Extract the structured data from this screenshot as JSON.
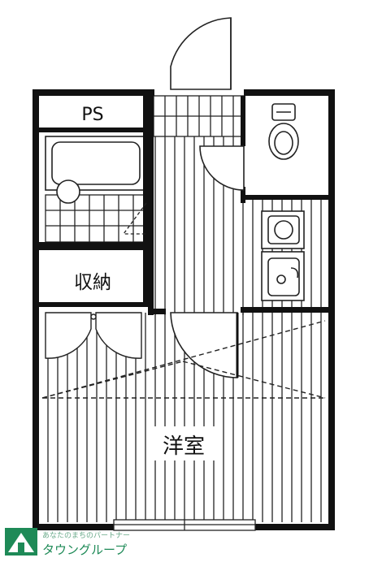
{
  "rooms": {
    "ps": "PS",
    "storage": "収納",
    "western_room": "洋室"
  },
  "logo": {
    "name": "タウングループ",
    "tagline": "あなたのまちのパートナー",
    "color": "#1e8a57"
  }
}
